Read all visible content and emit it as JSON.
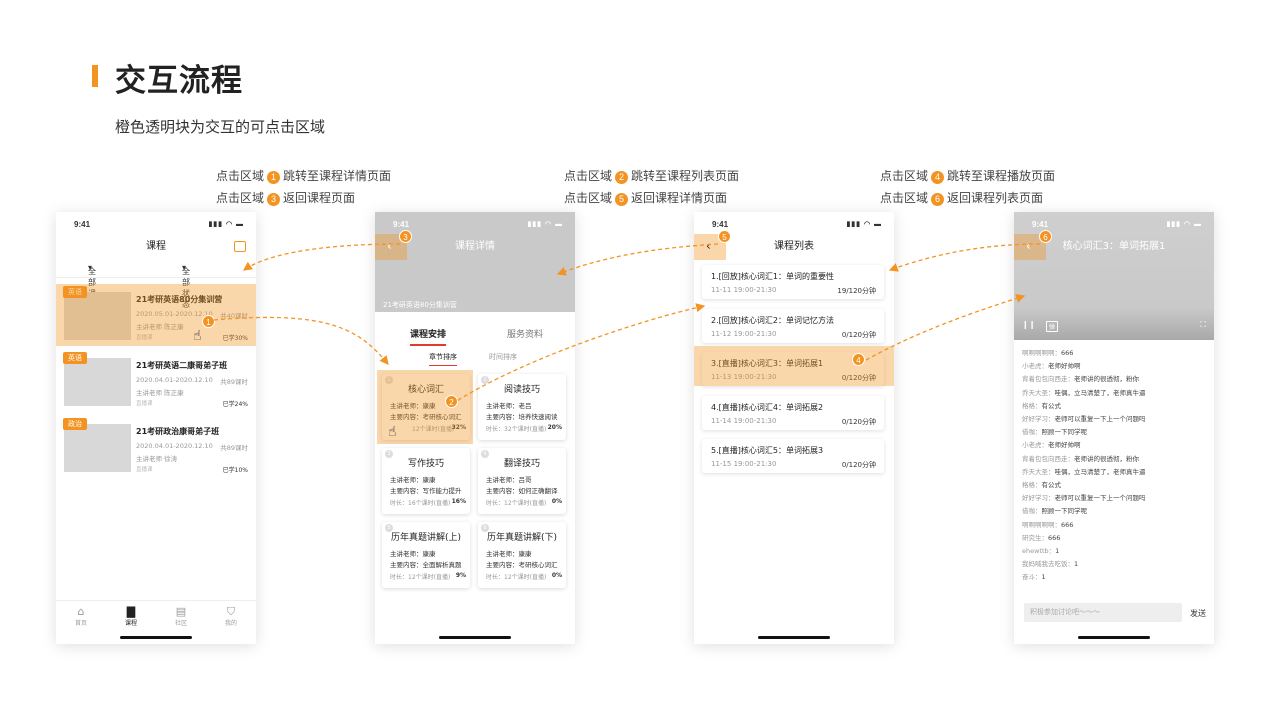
{
  "header": {
    "title": "交互流程",
    "subtitle": "橙色透明块为交互的可点击区域"
  },
  "annotations": [
    {
      "prefix": "点击区域",
      "num": "1",
      "text": "跳转至课程详情页面"
    },
    {
      "prefix": "点击区域",
      "num": "3",
      "text": "返回课程页面"
    },
    {
      "prefix": "点击区域",
      "num": "2",
      "text": "跳转至课程列表页面"
    },
    {
      "prefix": "点击区域",
      "num": "5",
      "text": "返回课程详情页面"
    },
    {
      "prefix": "点击区域",
      "num": "4",
      "text": "跳转至课程播放页面"
    },
    {
      "prefix": "点击区域",
      "num": "6",
      "text": "返回课程列表页面"
    }
  ],
  "status_time": "9:41",
  "screen1": {
    "nav_title": "课程",
    "filter_all_courses": "全部课程",
    "filter_all_status": "全部状态",
    "courses": [
      {
        "tag": "英语",
        "title": "21考研英语80分集训营",
        "date": "2020.05.01-2020.12.10",
        "hours": "共40课时",
        "teacher": "主讲老师  陈正康",
        "status": "直播课",
        "progress": "已学30%"
      },
      {
        "tag": "英语",
        "title": "21考研英语二康哥弟子班",
        "date": "2020.04.01-2020.12.10",
        "hours": "共89课时",
        "teacher": "主讲老师  陈正康",
        "status": "直播课",
        "progress": "已学24%"
      },
      {
        "tag": "政治",
        "title": "21考研政治康哥弟子班",
        "date": "2020.04.01-2020.12.10",
        "hours": "共89课时",
        "teacher": "主讲老师  徐涛",
        "status": "直播课",
        "progress": "已学10%"
      }
    ],
    "tabs": [
      "首页",
      "课程",
      "社区",
      "我的"
    ]
  },
  "screen2": {
    "nav_title": "课程详情",
    "hero_caption": "21考研英语80分集训营",
    "tab_schedule": "课程安排",
    "tab_materials": "服务资料",
    "sort_chapter": "章节排序",
    "sort_time": "时间排序",
    "modules": [
      {
        "num": "1",
        "title": "核心词汇",
        "teacher": "主讲老师：康康",
        "content": "主要内容：考研核心词汇",
        "duration": "12个课时(直播)",
        "progress": "32%"
      },
      {
        "num": "2",
        "title": "阅读技巧",
        "teacher": "主讲老师：老吕",
        "content": "主要内容：培养快速阅读",
        "duration": "时长：32个课时(直播)",
        "progress": "20%"
      },
      {
        "num": "3",
        "title": "写作技巧",
        "teacher": "主讲老师：康康",
        "content": "主要内容：写作能力提升",
        "duration": "时长：16个课时(直播)",
        "progress": "16%"
      },
      {
        "num": "4",
        "title": "翻译技巧",
        "teacher": "主讲老师：吕哥",
        "content": "主要内容：如何正确翻译",
        "duration": "时长：12个课时(直播)",
        "progress": "0%"
      },
      {
        "num": "5",
        "title": "历年真题讲解(上)",
        "teacher": "主讲老师：康康",
        "content": "主要内容：全面解析真题",
        "duration": "时长：12个课时(直播)",
        "progress": "9%"
      },
      {
        "num": "6",
        "title": "历年真题讲解(下)",
        "teacher": "主讲老师：康康",
        "content": "主要内容：考研核心词汇",
        "duration": "时长：12个课时(直播)",
        "progress": "0%"
      }
    ]
  },
  "screen3": {
    "nav_title": "课程列表",
    "lessons": [
      {
        "title": "1.[回放]核心词汇1：单词的重要性",
        "date": "11-11  19:00-21:30",
        "minutes": "19/120分钟"
      },
      {
        "title": "2.[回放]核心词汇2：单词记忆方法",
        "date": "11-12  19:00-21:30",
        "minutes": "0/120分钟"
      },
      {
        "title": "3.[直播]核心词汇3：单词拓展1",
        "date": "11-13  19:00-21:30",
        "minutes": "0/120分钟"
      },
      {
        "title": "4.[直播]核心词汇4：单词拓展2",
        "date": "11-14  19:00-21:30",
        "minutes": "0/120分钟"
      },
      {
        "title": "5.[直播]核心词汇5：单词拓展3",
        "date": "11-15  19:00-21:30",
        "minutes": "0/120分钟"
      }
    ]
  },
  "screen4": {
    "nav_title": "核心词汇3：单词拓展1",
    "danmu": "弹",
    "chat": [
      {
        "who": "啊啊啊啊啊：",
        "msg": "666"
      },
      {
        "who": "小老虎：",
        "msg": "老师好帅啊"
      },
      {
        "who": "背着包包向西走：",
        "msg": "老师讲的很透彻，粉你"
      },
      {
        "who": "乔天大圣：",
        "msg": "哇偶，立马清楚了，老师真牛逼"
      },
      {
        "who": "格格：",
        "msg": "有公式"
      },
      {
        "who": "好好学习：",
        "msg": "老师可以重复一下上一个问题吗"
      },
      {
        "who": "借咖：",
        "msg": "照顾一下同学呢"
      },
      {
        "who": "小老虎：",
        "msg": "老师好帅啊"
      },
      {
        "who": "背着包包向西走：",
        "msg": "老师讲的很透彻，粉你"
      },
      {
        "who": "乔天大圣：",
        "msg": "哇偶，立马清楚了，老师真牛逼"
      },
      {
        "who": "格格：",
        "msg": "有公式"
      },
      {
        "who": "好好学习：",
        "msg": "老师可以重复一下上一个问题吗"
      },
      {
        "who": "借咖：",
        "msg": "照顾一下同学呢"
      },
      {
        "who": "啊啊啊啊啊：",
        "msg": "666"
      },
      {
        "who": "研究生：",
        "msg": "666"
      },
      {
        "who": "ehewttb：",
        "msg": "1"
      },
      {
        "who": "我妈喊我去吃饭：",
        "msg": "1"
      },
      {
        "who": "奋斗：",
        "msg": "1"
      }
    ],
    "input_placeholder": "积极参加讨论吧～～～",
    "send_label": "发送"
  },
  "colors": {
    "accent": "#f39422",
    "hotspot": "rgba(243,148,34,0.38)"
  }
}
